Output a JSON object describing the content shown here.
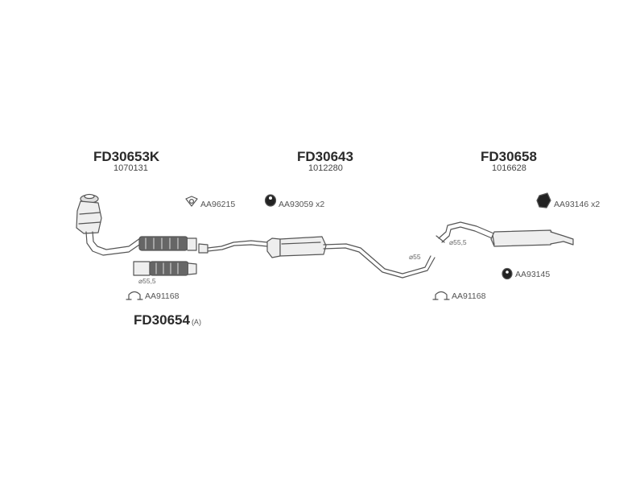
{
  "parts": {
    "catalytic": {
      "code": "FD30653K",
      "ref": "1070131"
    },
    "middle": {
      "code": "FD30643",
      "ref": "1012280"
    },
    "rear": {
      "code": "FD30658",
      "ref": "1016628"
    },
    "front_pipe": {
      "code": "FD30654",
      "variant": "(A)"
    }
  },
  "accessories": {
    "gasket_front": "AA96215",
    "rubber_mid": "AA93059 x2",
    "rubber_rear": "AA93146 x2",
    "rubber_rear_small": "AA93145",
    "clamp_front": "AA91168",
    "clamp_mid": "AA91168"
  },
  "dimensions": {
    "front_pipe_dia": "⌀55,5",
    "middle_dia": "⌀55",
    "rear_dia": "⌀55,5"
  },
  "colors": {
    "stroke": "#555555",
    "fill_light": "#eeeeee",
    "fill_dark": "#222222"
  }
}
